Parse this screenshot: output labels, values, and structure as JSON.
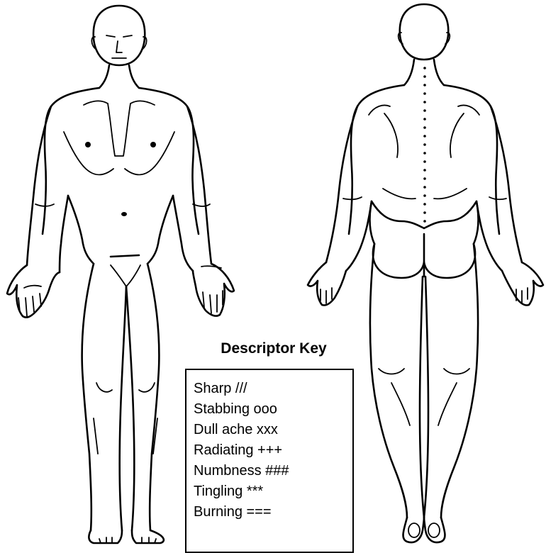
{
  "descriptor_key": {
    "title": "Descriptor Key",
    "items": [
      "Sharp ///",
      "Stabbing ooo",
      "Dull ache xxx",
      "Radiating +++",
      "Numbness ###",
      "Tingling ***",
      "Burning ==="
    ]
  }
}
